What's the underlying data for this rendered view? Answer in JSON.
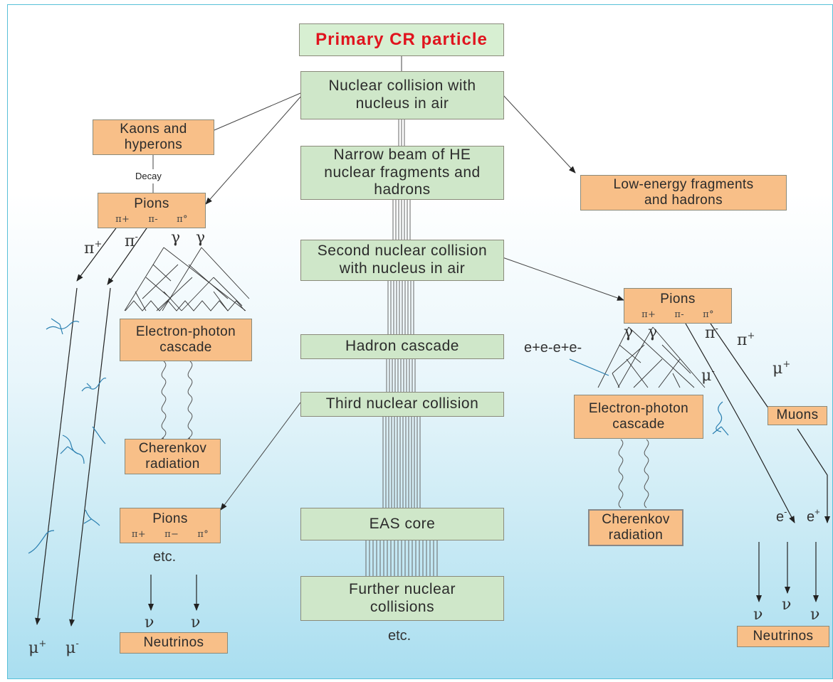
{
  "primary": "Primary CR particle",
  "center": {
    "collision1": "Nuclear collision with\nnucleus in air",
    "beam": "Narrow beam of HE\nnuclear fragments and\nhadrons",
    "collision2": "Second nuclear collision\nwith nucleus in air",
    "hadron_cascade": "Hadron cascade",
    "collision3": "Third nuclear collision",
    "eas_core": "EAS core",
    "further": "Further nuclear\ncollisions",
    "etc": "etc."
  },
  "left": {
    "kaons": "Kaons and\nhyperons",
    "decay": "Decay",
    "pions_title": "Pions",
    "pions_symbols": [
      "π+",
      "π-",
      "π°"
    ],
    "pi_plus": "π",
    "pi_minus": "π",
    "gamma1": "γ",
    "gamma2": "γ",
    "ep_cascade": "Electron-photon\ncascade",
    "cherenkov": "Cherenkov\nradiation",
    "pions2_title": "Pions",
    "pions2_symbols": [
      "π+",
      "π−",
      "π°"
    ],
    "etc": "etc.",
    "nu1": "ν",
    "nu2": "ν",
    "neutrinos": "Neutrinos",
    "mu_plus": "μ",
    "mu_minus": "μ"
  },
  "right": {
    "low_energy": "Low-energy fragments\nand hadrons",
    "pions_title": "Pions",
    "pions_symbols": [
      "π+",
      "π-",
      "π°"
    ],
    "gamma1": "γ",
    "gamma2": "γ",
    "pi_minus": "π",
    "pi_plus": "π",
    "eepairs": "e+e-e+e-",
    "mu_minus": "μ",
    "mu_plus": "μ",
    "muons": "Muons",
    "ep_cascade": "Electron-photon\ncascade",
    "cherenkov": "Cherenkov\nradiation",
    "e_minus": "e",
    "e_plus": "e",
    "nu1": "ν",
    "nu2": "ν",
    "nu3": "ν",
    "neutrinos": "Neutrinos"
  },
  "colors": {
    "green": "#cfe7c9",
    "orange": "#f8bf88",
    "title_red": "#e0141e",
    "blue_line": "#2a7fb0"
  }
}
